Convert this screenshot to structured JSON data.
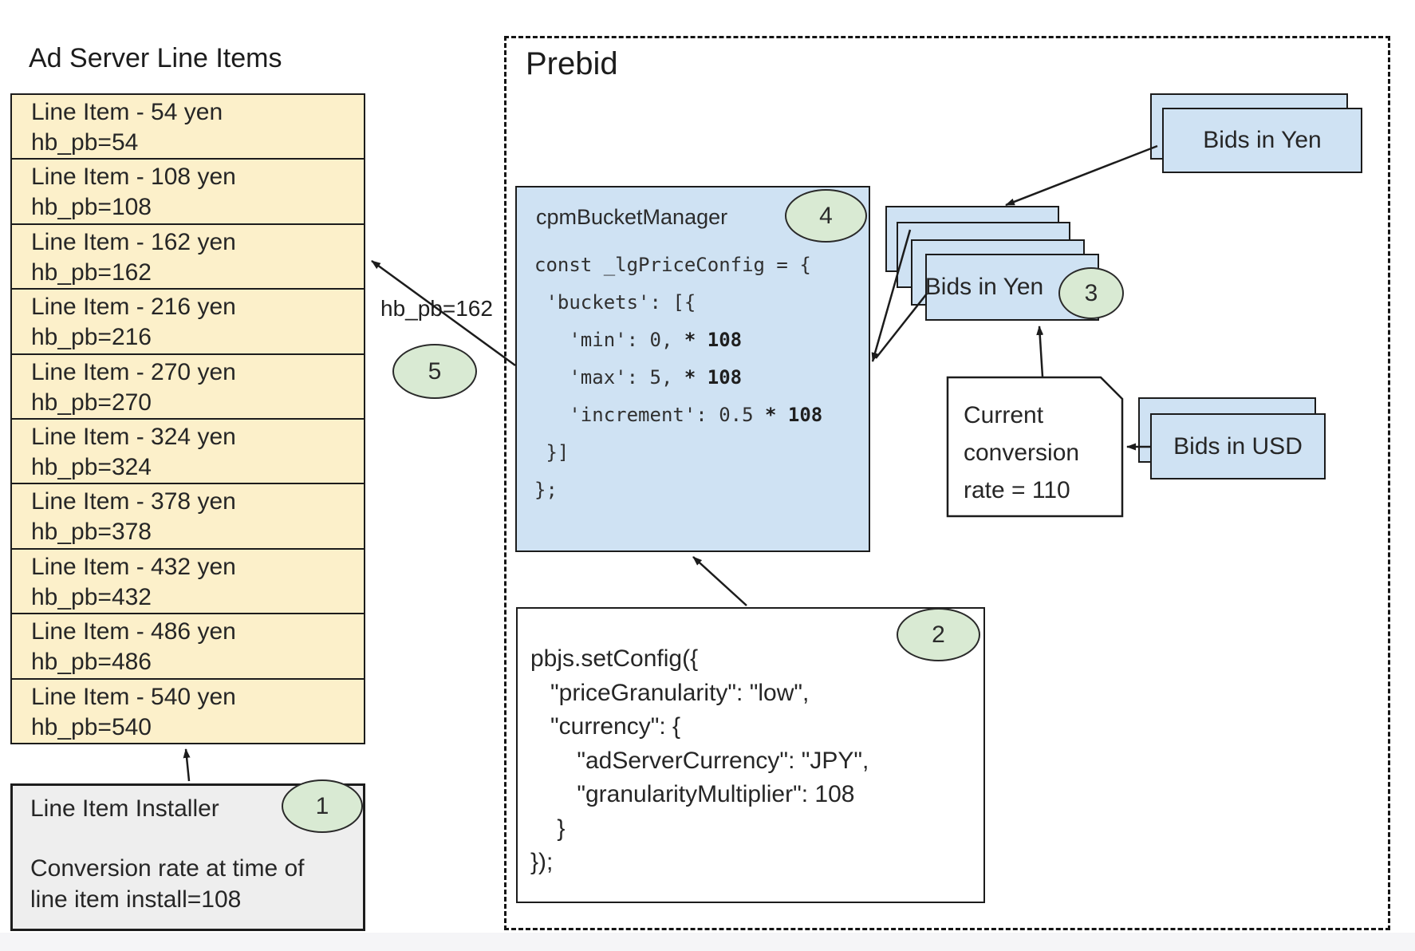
{
  "colors": {
    "row_fill": "#fcf0ca",
    "blue_fill": "#cfe2f3",
    "badge_fill": "#d9ead3",
    "installer_fill": "#eeeeee",
    "line_color": "#1c1c1c"
  },
  "ad_server": {
    "title": "Ad Server Line Items",
    "line_items": [
      {
        "label": "Line Item - 54 yen",
        "key": "hb_pb=54"
      },
      {
        "label": "Line Item - 108 yen",
        "key": "hb_pb=108"
      },
      {
        "label": "Line Item - 162 yen",
        "key": "hb_pb=162"
      },
      {
        "label": "Line Item - 216 yen",
        "key": "hb_pb=216"
      },
      {
        "label": "Line Item - 270 yen",
        "key": "hb_pb=270"
      },
      {
        "label": "Line Item - 324 yen",
        "key": "hb_pb=324"
      },
      {
        "label": "Line Item - 378 yen",
        "key": "hb_pb=378"
      },
      {
        "label": "Line Item - 432 yen",
        "key": "hb_pb=432"
      },
      {
        "label": "Line Item - 486 yen",
        "key": "hb_pb=486"
      },
      {
        "label": "Line Item - 540 yen",
        "key": "hb_pb=540"
      }
    ]
  },
  "installer": {
    "title": "Line Item Installer",
    "badge": "1",
    "note_line1": "Conversion rate at time of",
    "note_line2": "line item install=108"
  },
  "prebid": {
    "title": "Prebid",
    "bucket_manager": {
      "label": "cpmBucketManager",
      "badge": "4",
      "lines": [
        {
          "pre": "const _lgPriceConfig = {",
          "bold": ""
        },
        {
          "pre": " 'buckets': [{",
          "bold": ""
        },
        {
          "pre": "   'min': 0, ",
          "bold": "* 108"
        },
        {
          "pre": "   'max': 5, ",
          "bold": "* 108"
        },
        {
          "pre": "   'increment': 0.5 ",
          "bold": "* 108"
        },
        {
          "pre": " }]",
          "bold": ""
        },
        {
          "pre": "};",
          "bold": ""
        }
      ]
    },
    "set_config": {
      "badge": "2",
      "lines": [
        "pbjs.setConfig({",
        "   \"priceGranularity\": \"low\",",
        "   \"currency\": {",
        "       \"adServerCurrency\": \"JPY\",",
        "       \"granularityMultiplier\": 108",
        "    }",
        "});"
      ]
    },
    "bids_in_yen_top": {
      "label": "Bids in Yen"
    },
    "bids_in_yen_mid": {
      "label": "Bids in Yen",
      "badge": "3"
    },
    "conversion_note": {
      "line1": "Current",
      "line2": "conversion",
      "line3": "rate = 110"
    },
    "bids_in_usd": {
      "label": "Bids in USD"
    },
    "arrow_label": "hb_pb=162",
    "badge_5": "5"
  }
}
